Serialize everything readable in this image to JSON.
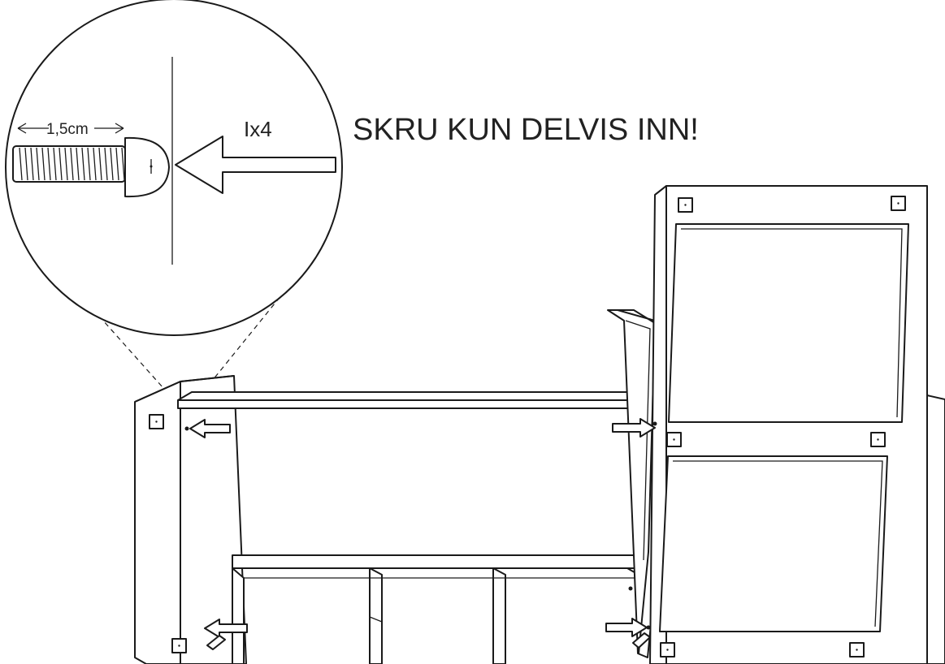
{
  "instruction": "SKRU KUN DELVIS INN!",
  "callout": {
    "quantity": "Ix4",
    "dimension": "1,5cm"
  }
}
